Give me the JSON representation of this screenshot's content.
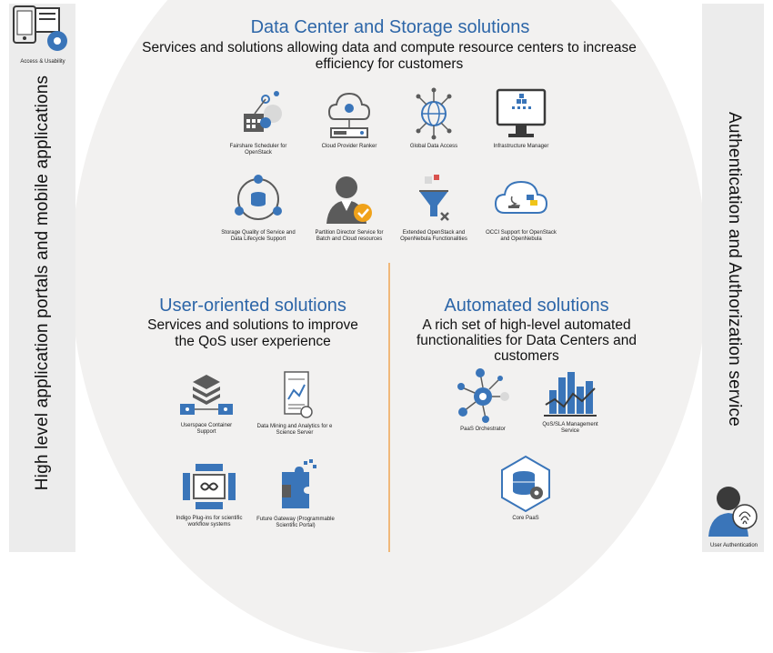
{
  "left_sidebar": {
    "vertical_text": "High level application portals and mobile applications",
    "icon_label": "Access & Usability"
  },
  "right_sidebar": {
    "vertical_text": "Authentication and Authorization service",
    "icon_label": "User Authentication"
  },
  "data_center": {
    "title": "Data Center and Storage solutions",
    "subtitle_line1": "Services and solutions allowing data and compute resource centers to increase",
    "subtitle_line2": "efficiency for customers",
    "items": [
      {
        "l1": "Fairshare Scheduler for",
        "l2": "OpenStack"
      },
      {
        "l1": "Cloud Provider Ranker",
        "l2": ""
      },
      {
        "l1": "Global Data Access",
        "l2": ""
      },
      {
        "l1": "Infrastructure Manager",
        "l2": ""
      },
      {
        "l1": "Storage Quality of Service and",
        "l2": "Data Lifecycle Support"
      },
      {
        "l1": "Partition Director Service for",
        "l2": "Batch and Cloud resources"
      },
      {
        "l1": "Extended OpenStack and",
        "l2": "OpenNebula Functionalities"
      },
      {
        "l1": "OCCI Support for OpenStack",
        "l2": "and OpenNebula"
      }
    ]
  },
  "user_oriented": {
    "title": "User-oriented solutions",
    "subtitle_line1": "Services and solutions to improve",
    "subtitle_line2": "the QoS user experience",
    "items": [
      {
        "l1": "Userspace Container",
        "l2": "Support"
      },
      {
        "l1": "Data Mining and Analytics for e",
        "l2": "Science Server"
      },
      {
        "l1": "Indigo Plug-ins for scientific",
        "l2": "workflow systems"
      },
      {
        "l1": "Future Gateway (Programmable",
        "l2": "Scientific Portal)"
      }
    ]
  },
  "automated": {
    "title": "Automated solutions",
    "subtitle_line1": "A rich set of high-level automated",
    "subtitle_line2": "functionalities for Data Centers and",
    "subtitle_line3": "customers",
    "items": [
      {
        "l1": "PaaS Orchestrator",
        "l2": ""
      },
      {
        "l1": "QoS/SLA Management",
        "l2": "Service"
      },
      {
        "l1": "Core PaaS",
        "l2": ""
      }
    ]
  },
  "colors": {
    "accent_blue": "#2d66a8",
    "icon_blue": "#3a75b9",
    "icon_gray": "#5b5b5b",
    "divider": "#f0b87a"
  }
}
